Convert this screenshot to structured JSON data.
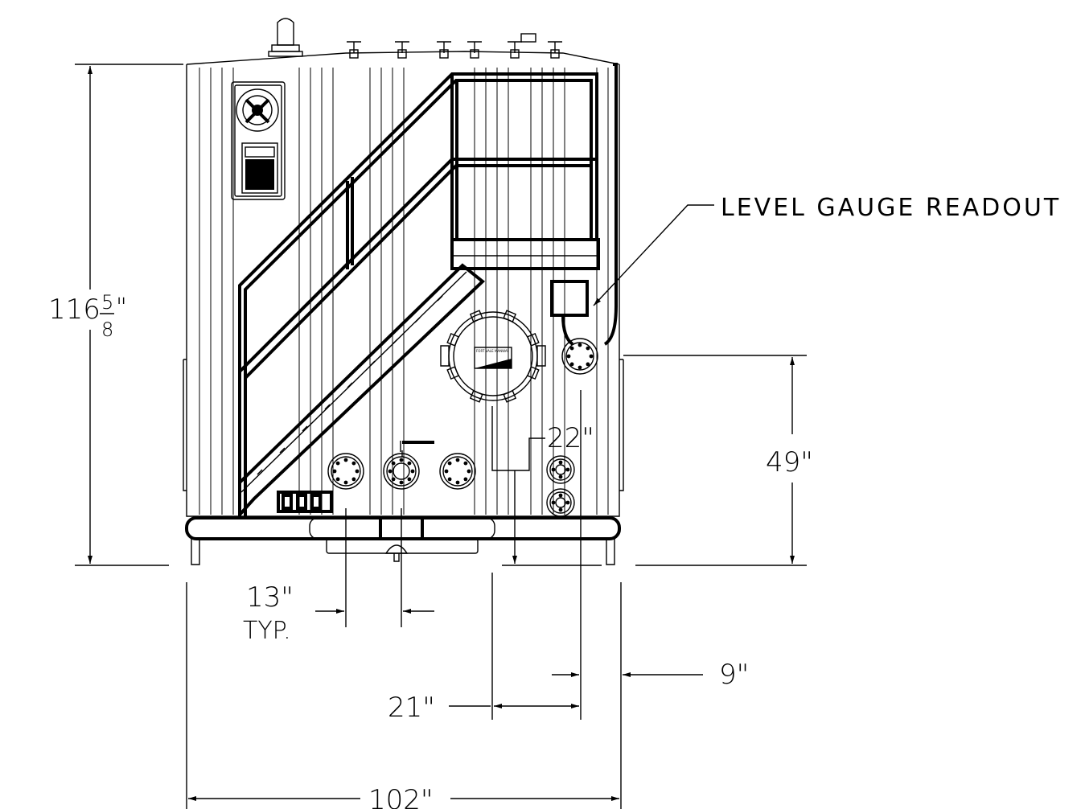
{
  "labels": {
    "level_gauge": "LEVEL GAUGE READOUT",
    "manway": "FORT VALE MANWAY"
  },
  "dimensions": {
    "height_whole": "116",
    "height_num": "5",
    "height_den": "8",
    "height_unit": "\"",
    "outlet_height": "49\"",
    "manway_offset": "22\"",
    "flange_spacing": "13\"",
    "flange_spacing_note": "TYP.",
    "manway_to_gauge": "21\"",
    "gauge_to_edge": "9\"",
    "overall_width": "102\""
  },
  "colors": {
    "line": "#000000",
    "background": "#ffffff"
  }
}
